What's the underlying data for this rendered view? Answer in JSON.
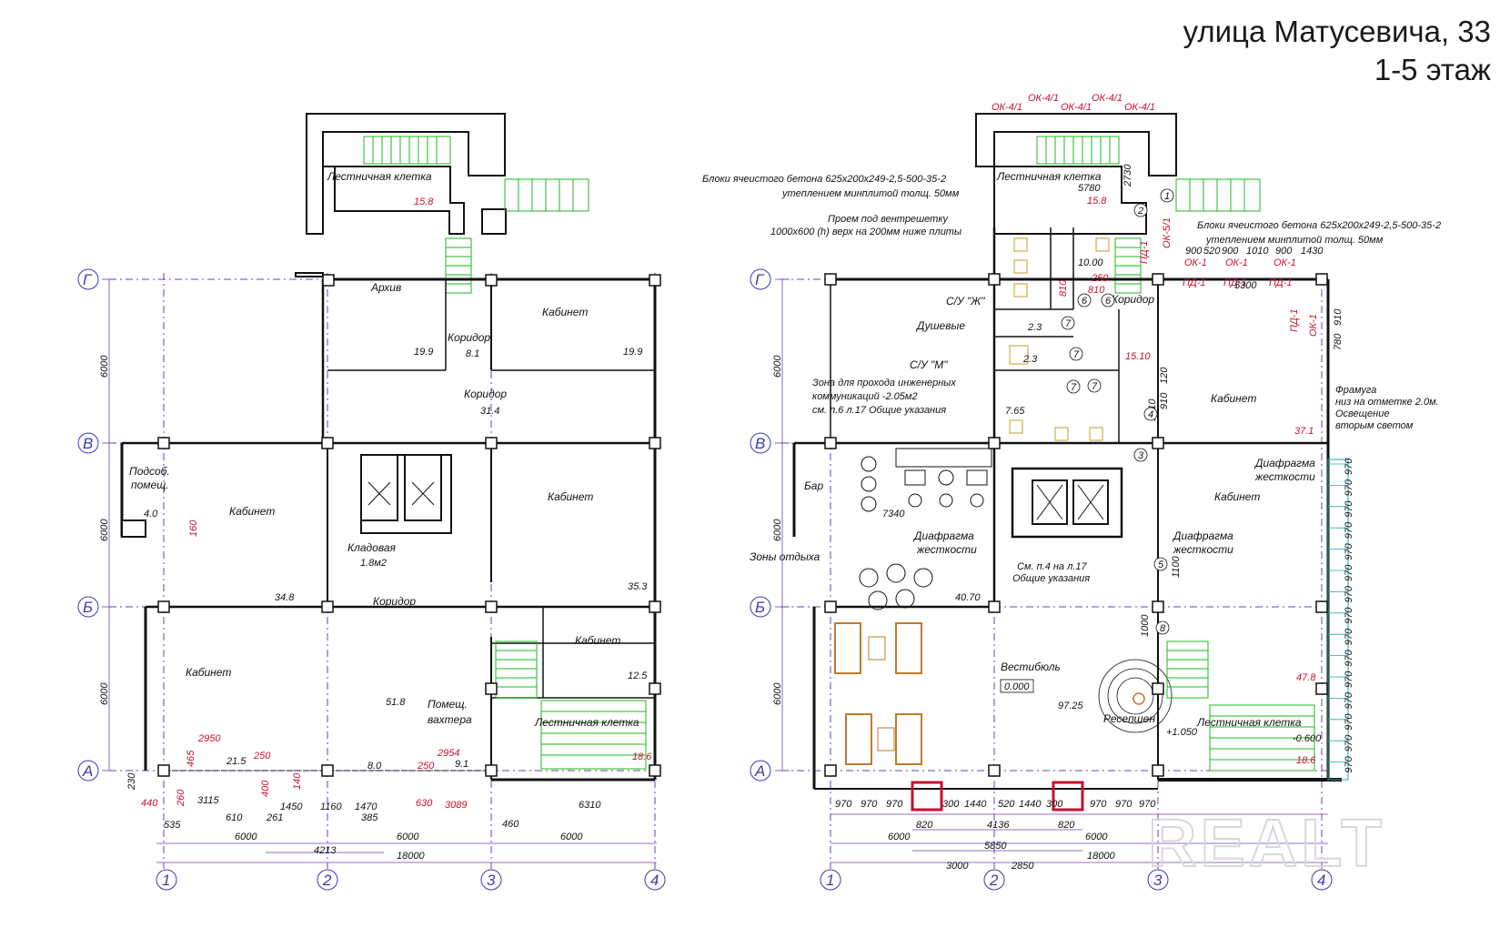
{
  "header": {
    "line1": "улица Матусевича, 33",
    "line2": "1-5 этаж"
  },
  "axes": {
    "letters": [
      "Г",
      "В",
      "Б",
      "А"
    ],
    "numbers": [
      "1",
      "2",
      "3",
      "4"
    ]
  },
  "plan_left": {
    "rooms": {
      "stair_top": "Лестничная клетка",
      "stair_top_area": "15.8",
      "archive": "Архив",
      "archive_area": "19.9",
      "corridor_top": "Коридор",
      "corridor_top_area": "8.1",
      "cabinet_top_right": "Кабинет",
      "cabinet_top_right_area": "19.9",
      "corridor_mid": "Коридор",
      "corridor_mid_area": "31.4",
      "aux_room": "Подсоб.",
      "aux_room_2": "помещ.",
      "aux_room_area": "4.0",
      "cabinet_mid_left": "Кабинет",
      "cabinet_mid_left_area": "34.8",
      "pantry": "Кладовая",
      "pantry_area": "1.8м2",
      "cabinet_mid_right": "Кабинет",
      "cabinet_mid_right_area": "35.3",
      "corridor_low": "Коридор",
      "cabinet_low_left": "Кабинет",
      "cabinet_low_left_area": "51.8",
      "guard": "Помещ.",
      "guard_2": "вахтера",
      "guard_area": "8.0",
      "cabinet_low_right": "Кабинет",
      "cabinet_low_right_area": "12.5",
      "stair_low": "Лестничная клетка",
      "stair_low_area": "18.6",
      "small_area_1": "21.5",
      "small_area_2": "9.1"
    },
    "dims": {
      "d160": "160",
      "d2950": "2950",
      "d465": "465",
      "d250a": "250",
      "d400": "400",
      "d140": "140",
      "d2954": "2954",
      "d250b": "250",
      "d230": "230",
      "d260": "260",
      "d440": "440",
      "d3115": "3115",
      "d1450": "1450",
      "d1160": "1160",
      "d1470": "1470",
      "d630": "630",
      "d3089": "3089",
      "d6310": "6310",
      "d535": "535",
      "d610": "610",
      "d261": "261",
      "d385": "385",
      "d460": "460",
      "d6000a": "6000",
      "d6000b": "6000",
      "d6000c": "6000",
      "d4213": "4213",
      "d18000": "18000",
      "v6000a": "6000",
      "v6000b": "6000",
      "v6000c": "6000"
    }
  },
  "plan_right": {
    "windows": [
      "ОК-4/1",
      "ОК-4/1",
      "ОК-4/1",
      "ОК-4/1",
      "ОК-4/1"
    ],
    "notes": {
      "blocks_1": "Блоки ячеистого бетона 625х200х249-2,5-500-35-2",
      "blocks_2": "утеплением минплитой толщ. 50мм",
      "blocks_3": "Блоки ячеистого бетона 625х200х249-2,5-500-35-2",
      "blocks_4": "утеплением минплитой толщ. 50мм",
      "vent_1": "Проем под вентрешетку",
      "vent_2": "1000х600 (h) верх на 200мм ниже плиты",
      "eng_1": "Зона для прохода инженерных",
      "eng_2": "коммуникаций -2.05м2",
      "eng_3": "см. п.6 л.17 Общие указания",
      "framuga_1": "Фрамуга",
      "framuga_2": "низ на отметке 2.0м.",
      "framuga_3": "Освещение",
      "framuga_4": "вторым светом",
      "see_1": "См. п.4 на л.17",
      "see_2": "Общие указания"
    },
    "rooms": {
      "stair_top": "Лестничная клетка",
      "stair_top_area": "15.8",
      "stair_dim": "5780",
      "stair_dim_v": "2730",
      "wc_f": "С/У \"Ж\"",
      "showers": "Душевые",
      "wc_m": "С/У \"М\"",
      "area_10": "10.00",
      "area_23a": "2.3",
      "area_23b": "2.3",
      "area_765": "7.65",
      "corridor": "Коридор",
      "corridor_area": "15.10",
      "cabinet_top": "Кабинет",
      "cabinet_top_area": "37.1",
      "bar": "Бар",
      "rest": "Зоны отдыха",
      "rest_dim": "7340",
      "diaphragm_1a": "Диафрагма",
      "diaphragm_1b": "жесткости",
      "diaphragm_2a": "Диафрагма",
      "diaphragm_2b": "жесткости",
      "diaphragm_3a": "Диафрагма",
      "diaphragm_3b": "жесткости",
      "cabinet_mid": "Кабинет",
      "area_4070": "40.70",
      "lobby": "Вестибюль",
      "lobby_level": "0.000",
      "lobby_area": "97.25",
      "reception": "Ресепшен",
      "stair_low": "Лестничная клетка",
      "stair_low_area": "18.6",
      "stair_low_area2": "47.8",
      "level_plus": "+1.050",
      "level_minus": "-0.600"
    },
    "dims": {
      "d900a": "900",
      "d520": "520",
      "d900b": "900",
      "d1010": "1010",
      "d900c": "900",
      "d1430": "1430",
      "ok1": "ОК-1",
      "ok1b": "ОК-1",
      "ok1c": "ОК-1",
      "pd1a": "ПД-1",
      "pd1b": "ПД-1",
      "pd1c": "ПД-1",
      "d5300": "5300",
      "pd1v": "ПД-1",
      "ok51": "ОК-5/1",
      "ok1v": "ОК-1",
      "pd1v2": "ПД-1",
      "v910": "910",
      "v780": "780",
      "v120": "120",
      "v910b": "910",
      "v1010": "1010",
      "v1100": "1100",
      "v1000": "1000",
      "d250": "250",
      "d810a": "810",
      "d810b": "810",
      "b970_1": "970",
      "b970_2": "970",
      "b970_3": "970",
      "b300a": "300",
      "b1440a": "1440",
      "b520": "520",
      "b1440b": "1440",
      "b300b": "300",
      "b970_4": "970",
      "b970_5": "970",
      "b970_6": "970",
      "b820a": "820",
      "b820b": "820",
      "b4136": "4136",
      "d6000a": "6000",
      "d6000b": "6000",
      "d5850": "5850",
      "d3000": "3000",
      "d2850": "2850",
      "d18000": "18000",
      "v6000a": "6000",
      "v6000b": "6000",
      "v6000c": "6000",
      "r970": [
        "970",
        "970",
        "970",
        "970",
        "970",
        "970",
        "970",
        "970",
        "970",
        "970",
        "970",
        "970",
        "970",
        "970",
        "970"
      ]
    },
    "markers": [
      "1",
      "2",
      "3",
      "4",
      "5",
      "6",
      "6",
      "7",
      "7",
      "7",
      "7",
      "8"
    ]
  },
  "watermark": "REALT",
  "colors": {
    "grid": "#6a3fb8",
    "stairs": "#1db81d",
    "dims_red": "#c8102e",
    "furniture": "#c17a2a",
    "axis": "#3b3bb0"
  }
}
